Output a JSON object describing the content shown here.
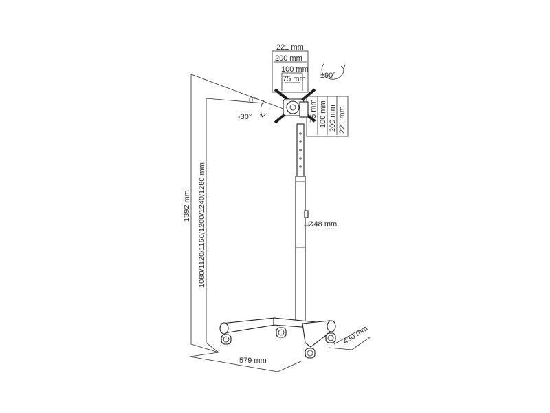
{
  "labels": {
    "vesa_221_h": "221 mm",
    "vesa_200_h": "200 mm",
    "vesa_100_h": "100 mm",
    "vesa_75_h": "75 mm",
    "rotate": "±90°",
    "tilt_0": "0°",
    "tilt_neg30": "-30°",
    "vesa_75_v": "75 mm",
    "vesa_100_v": "100 mm",
    "vesa_200_v": "200 mm",
    "vesa_221_v": "221 mm",
    "total_height": "1392 mm",
    "adjust_heights": "1080/1120/1160/1200/1240/1280 mm",
    "pole_diameter": "Ø48 mm",
    "base_width": "579 mm",
    "base_depth": "430 mm"
  }
}
